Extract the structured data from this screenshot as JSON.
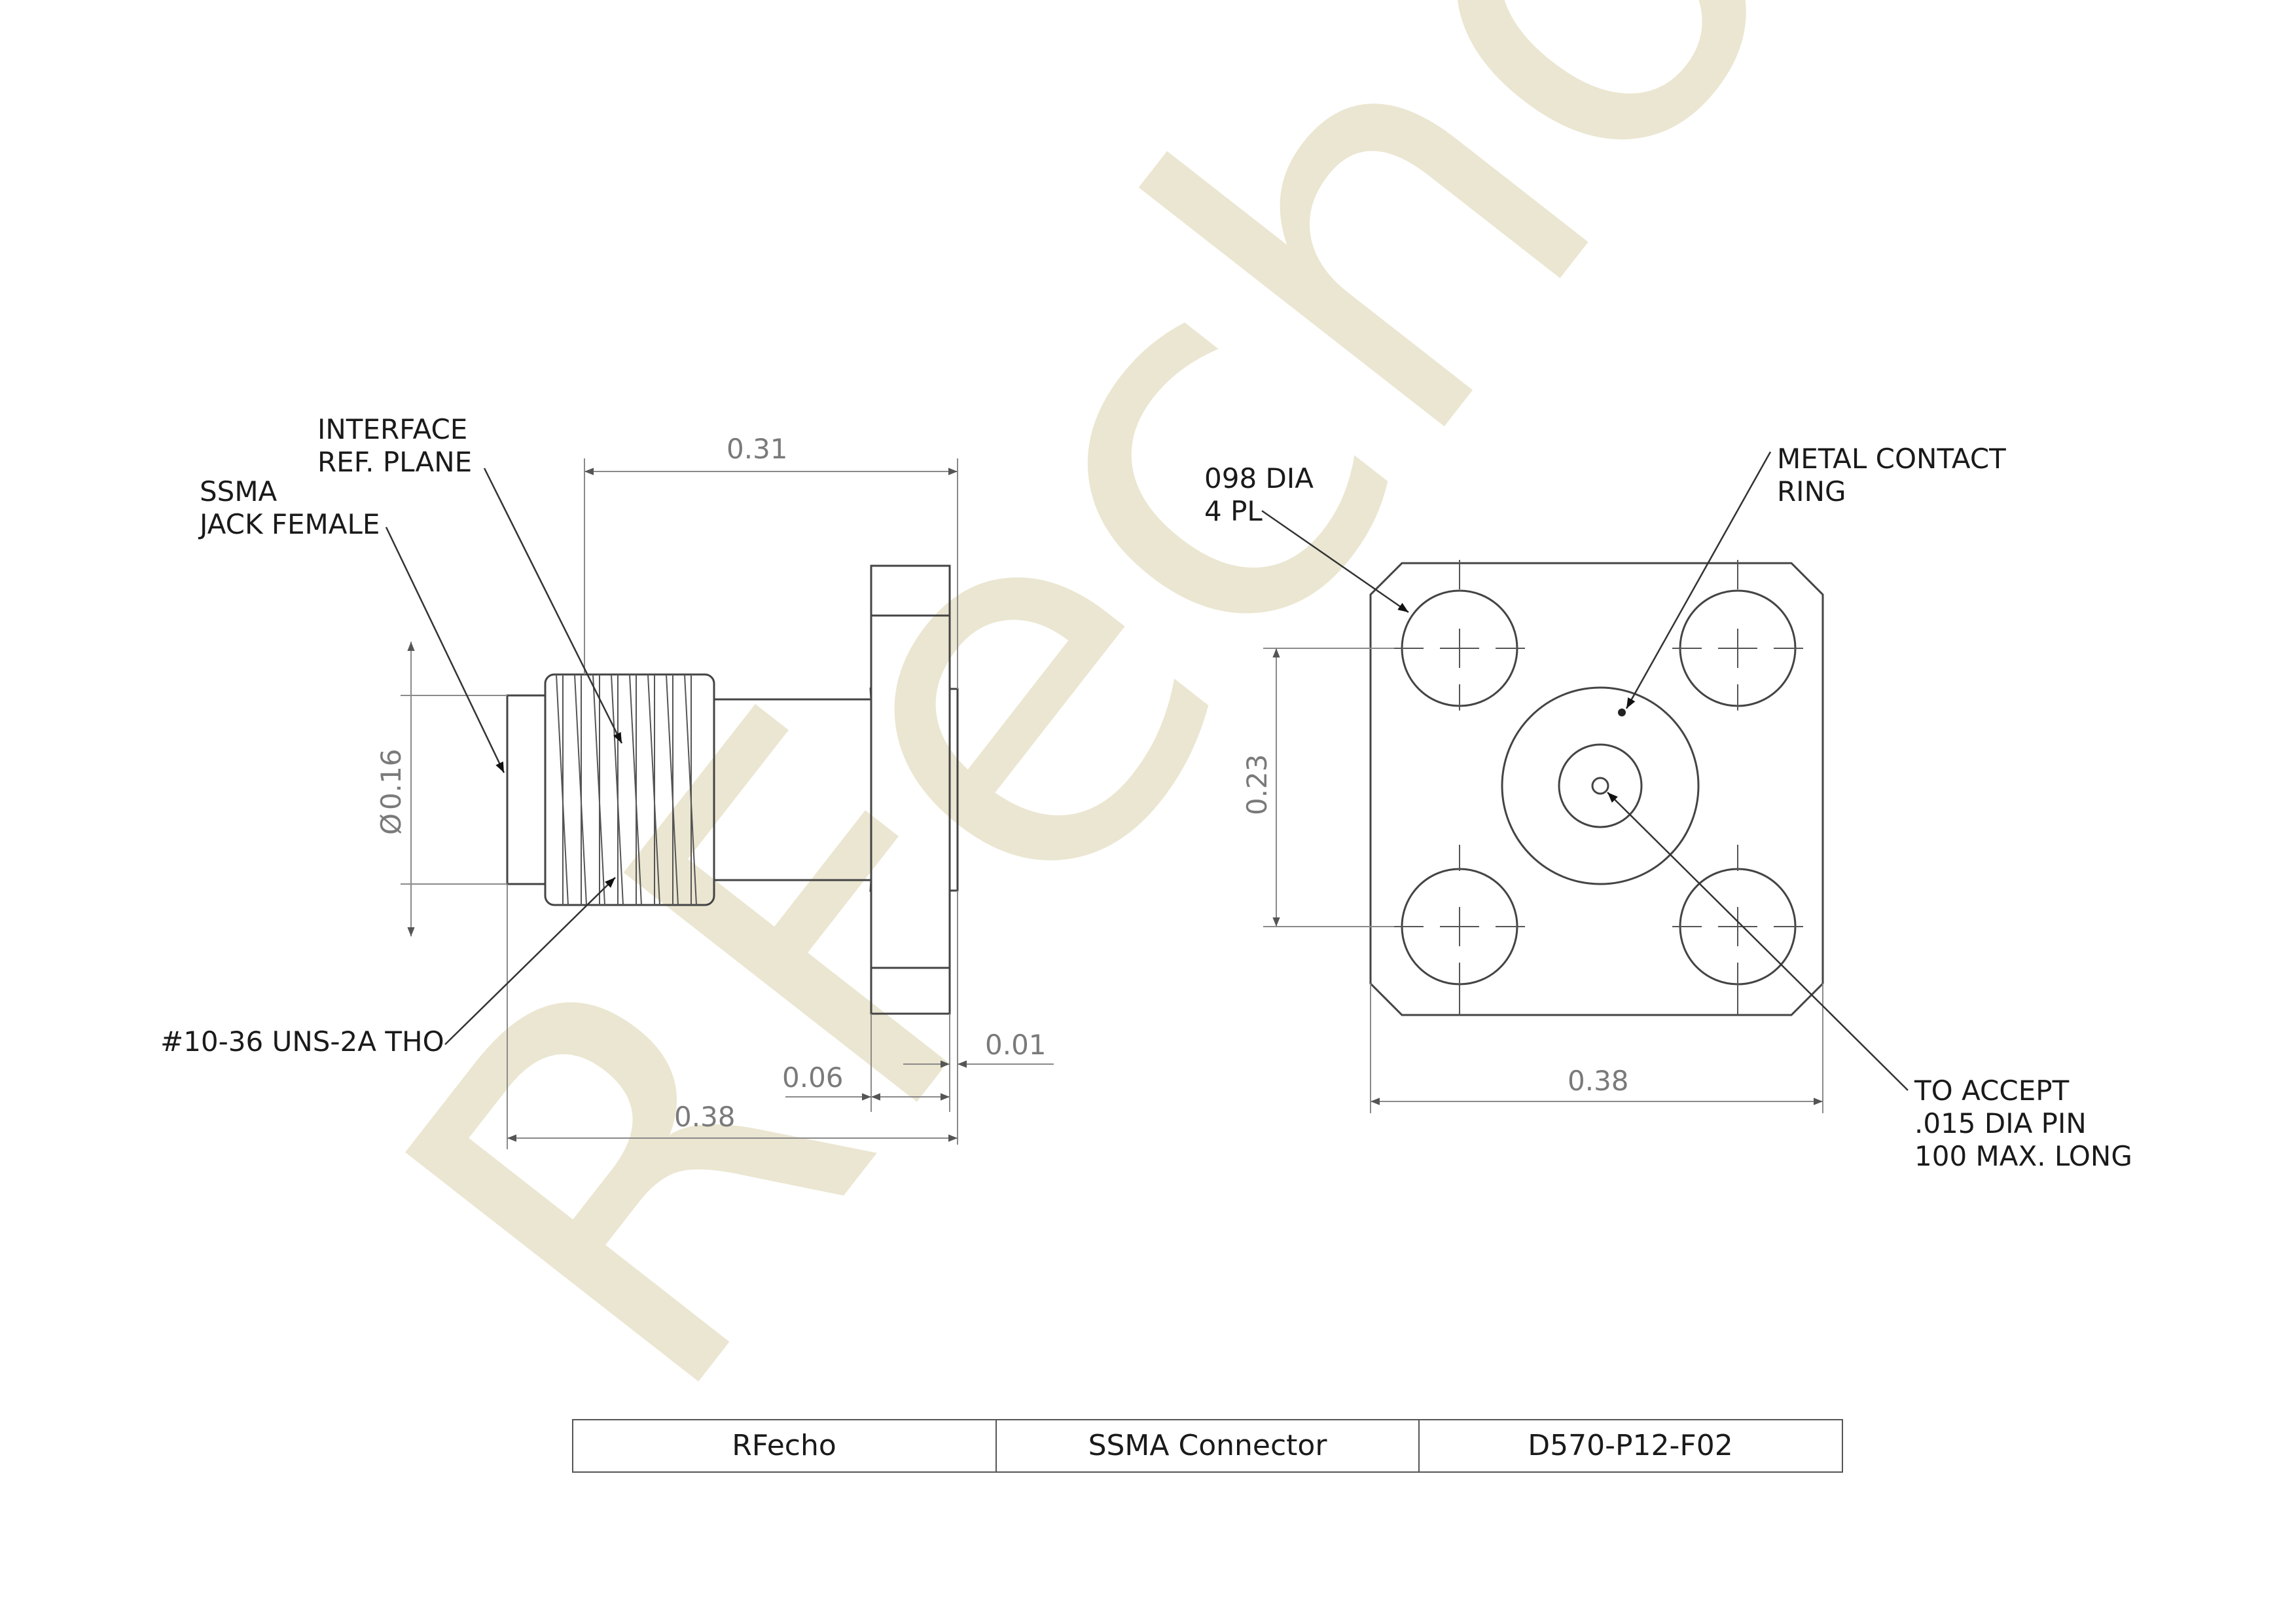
{
  "watermark": "RFecho",
  "side_view": {
    "labels": {
      "jack": [
        "SSMA",
        "JACK FEMALE"
      ],
      "interface": [
        "INTERFACE",
        "REF. PLANE"
      ],
      "thread": "#10-36 UNS-2A THO"
    },
    "dimensions": {
      "top_length": "0.31",
      "diameter": "0.16",
      "flange_gap": "0.01",
      "flange_thickness": "0.06",
      "overall_length": "0.38"
    }
  },
  "front_view": {
    "labels": {
      "holes": [
        "098 DIA",
        "4 PL"
      ],
      "ring": [
        "METAL CONTACT",
        "RING"
      ],
      "pin": [
        "TO ACCEPT",
        ".015 DIA PIN",
        "100 MAX. LONG"
      ]
    },
    "dimensions": {
      "hole_spacing": "0.23",
      "width": "0.38"
    }
  },
  "title_block": {
    "company": "RFecho",
    "product": "SSMA Connector",
    "part_number": "D570-P12-F02"
  },
  "colors": {
    "line": "#444444",
    "dimension": "#8a8a8a",
    "watermark": "#e8e2c9"
  }
}
